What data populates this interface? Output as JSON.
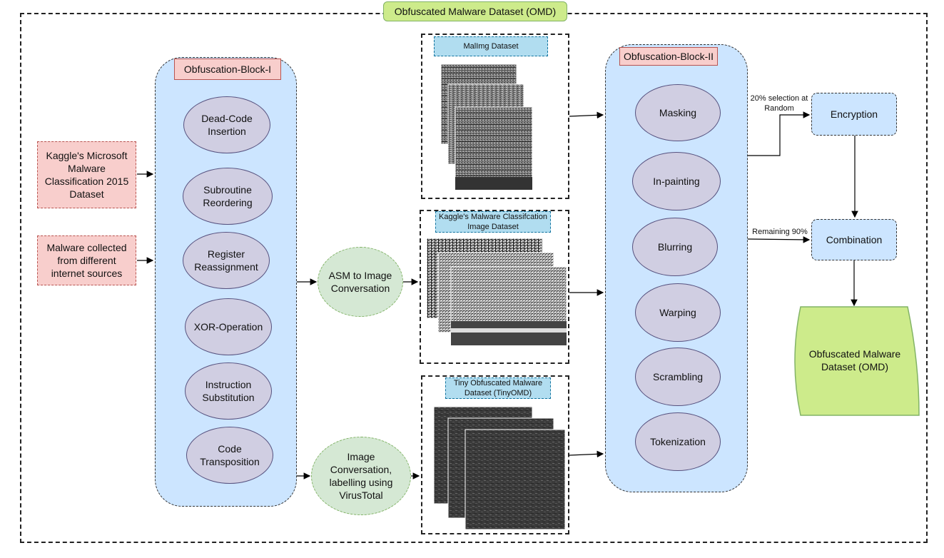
{
  "title": "Obfuscated Malware Dataset (OMD)",
  "sources": {
    "kaggle_microsoft": "Kaggle's Microsoft Malware Classification 2015 Dataset",
    "internet": "Malware collected from different internet sources"
  },
  "block1": {
    "label": "Obfuscation-Block-I",
    "items": [
      "Dead-Code Insertion",
      "Subroutine Reordering",
      "Register Reassignment",
      "XOR-Operation",
      "Instruction Substitution",
      "Code Transposition"
    ]
  },
  "conversion": {
    "asm": "ASM to Image Conversation",
    "image": "Image Conversation, labelling using VirusTotal"
  },
  "datasets": {
    "malimg": "MalImg Dataset",
    "kaggle_image": "Kaggle's Malware Classifcation Image Dataset",
    "tinyomd": "Tiny Obfuscated Malware Dataset (TinyOMD)"
  },
  "block2": {
    "label": "Obfuscation-Block-II",
    "items": [
      "Masking",
      "In-painting",
      "Blurring",
      "Warping",
      "Scrambling",
      "Tokenization"
    ]
  },
  "split": {
    "selection": "20% selection at Random",
    "remaining": "Remaining 90%"
  },
  "steps": {
    "encryption": "Encryption",
    "combination": "Combination"
  },
  "output": "Obfuscated Malware Dataset (OMD)",
  "colors": {
    "block_fill": "#cce5ff",
    "ellipse_fill": "#d0cee2",
    "green_fill": "#d5e8d4",
    "pink_fill": "#f8cecc",
    "output_fill": "#cdeb8b",
    "title_fill": "#cdeb8b"
  }
}
